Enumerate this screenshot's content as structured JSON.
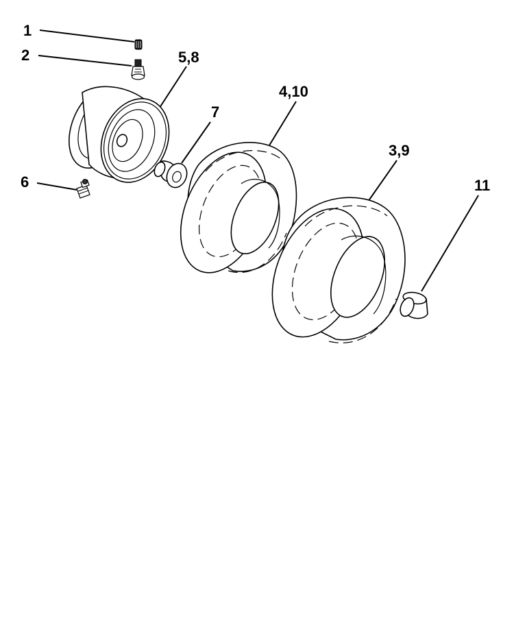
{
  "callouts": {
    "c1": "1",
    "c2": "2",
    "c58": "5,8",
    "c7": "7",
    "c6": "6",
    "c410": "4,10",
    "c39": "3,9",
    "c11": "11"
  },
  "parts": [
    {
      "id": "valve-cap",
      "callout": "1"
    },
    {
      "id": "valve-stem",
      "callout": "2"
    },
    {
      "id": "wheel-rim",
      "callout": "5,8"
    },
    {
      "id": "grease-fitting",
      "callout": "6"
    },
    {
      "id": "bushing",
      "callout": "7"
    },
    {
      "id": "tire-front",
      "callout": "4,10"
    },
    {
      "id": "tire-rear",
      "callout": "3,9"
    },
    {
      "id": "cap",
      "callout": "11"
    }
  ]
}
